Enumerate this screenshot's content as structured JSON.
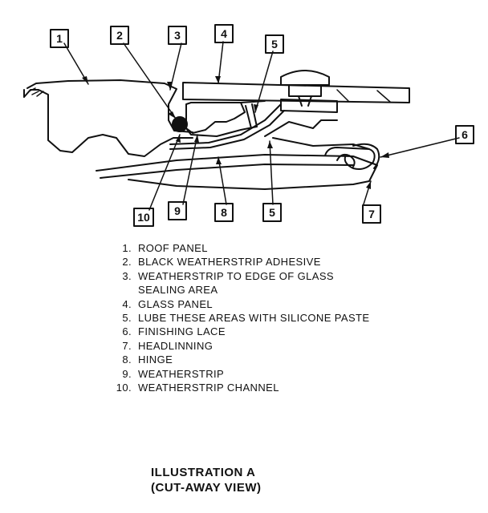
{
  "callouts": [
    "1",
    "2",
    "3",
    "4",
    "5",
    "6",
    "10",
    "9",
    "8",
    "5",
    "7"
  ],
  "legend": [
    {
      "number": "1.",
      "text": "ROOF PANEL"
    },
    {
      "number": "2.",
      "text": "BLACK WEATHERSTRIP ADHESIVE"
    },
    {
      "number": "3.",
      "text": "WEATHERSTRIP TO EDGE OF GLASS\nSEALING AREA"
    },
    {
      "number": "4.",
      "text": "GLASS PANEL"
    },
    {
      "number": "5.",
      "text": "LUBE THESE AREAS WITH SILICONE PASTE"
    },
    {
      "number": "6.",
      "text": "FINISHING LACE"
    },
    {
      "number": "7.",
      "text": "HEADLINNING"
    },
    {
      "number": "8.",
      "text": "HINGE"
    },
    {
      "number": "9.",
      "text": "WEATHERSTRIP"
    },
    {
      "number": "10.",
      "text": "WEATHERSTRIP CHANNEL"
    }
  ],
  "caption": {
    "line1": "ILLUSTRATION A",
    "line2": "(CUT-AWAY VIEW)"
  }
}
